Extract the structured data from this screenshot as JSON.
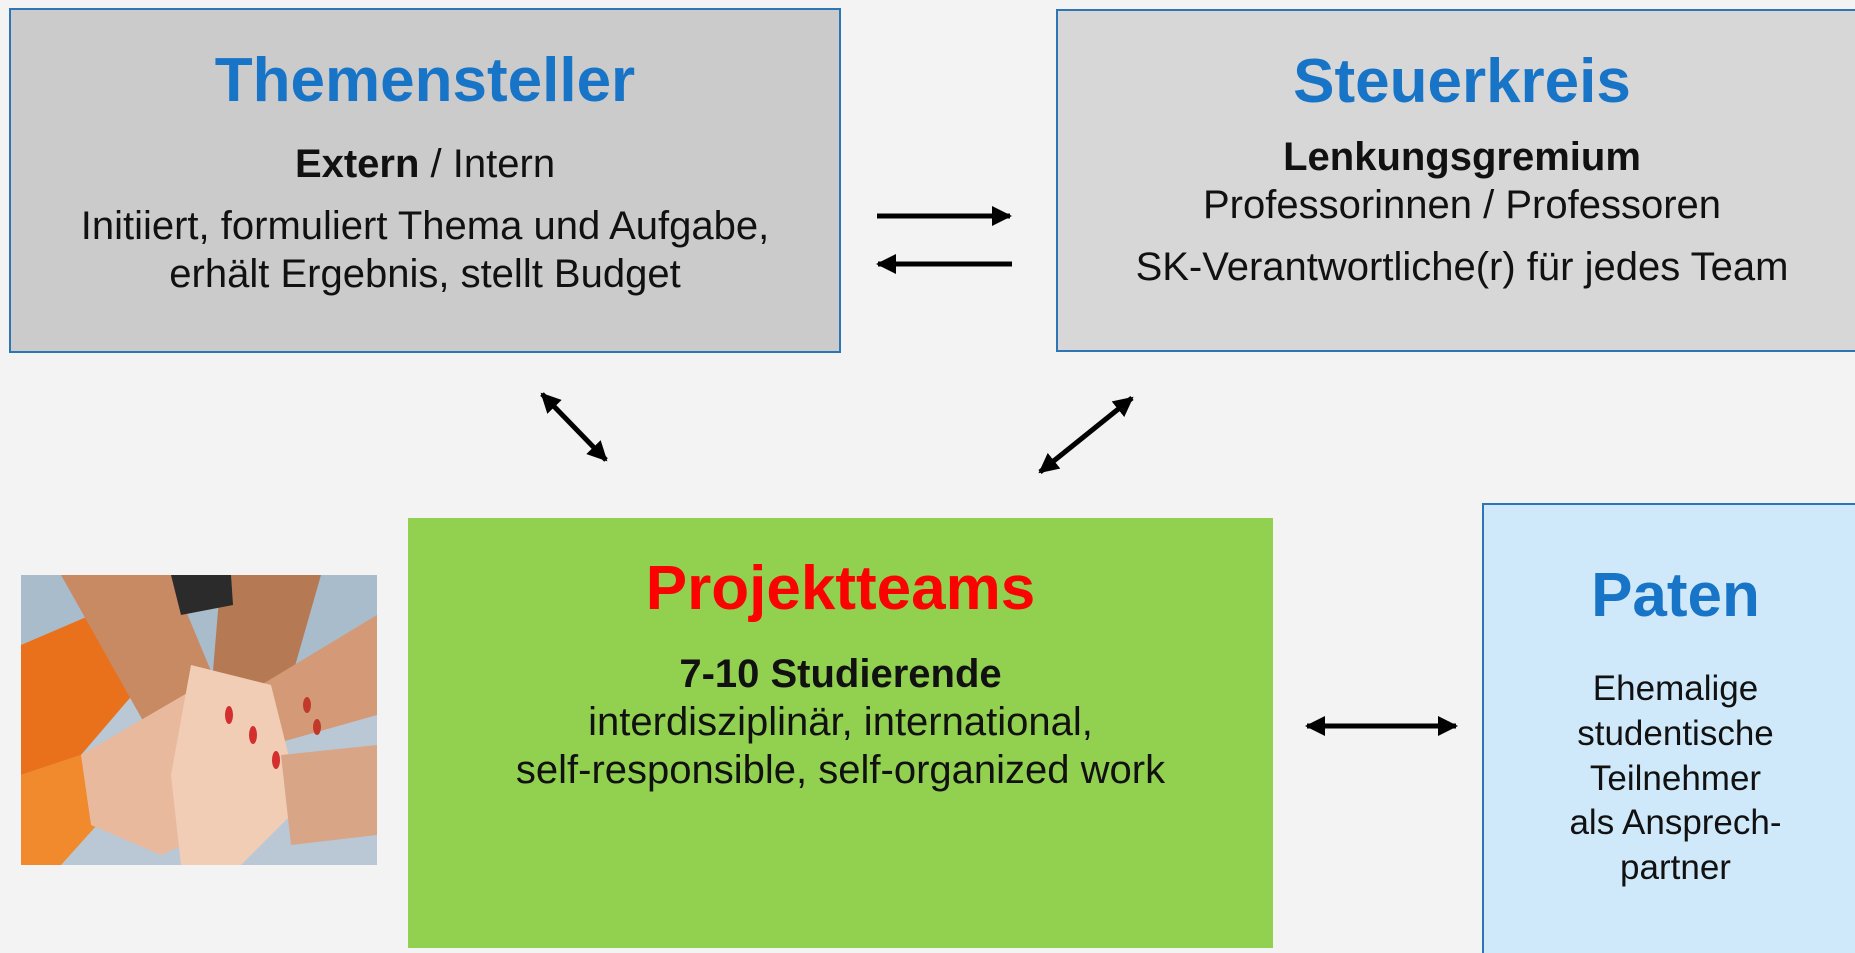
{
  "themensteller": {
    "title": "Themensteller",
    "line1_bold": "Extern",
    "line1_rest": " / Intern",
    "line2": "Initiiert, formuliert Thema und Aufgabe,",
    "line3": "erhält Ergebnis, stellt Budget"
  },
  "steuerkreis": {
    "title": "Steuerkreis",
    "line1": "Lenkungsgremium",
    "line2": "Professorinnen / Professoren",
    "line3": "SK-Verantwortliche(r)  für jedes Team"
  },
  "projektteams": {
    "title": "Projektteams",
    "line1": "7-10 Studierende",
    "line2": "interdisziplinär, international,",
    "line3": "self-responsible, self-organized work"
  },
  "paten": {
    "title": "Paten",
    "lines": [
      "Ehemalige",
      "studentische",
      "Teilnehmer",
      "als Ansprech-",
      "partner"
    ]
  },
  "colors": {
    "title_blue": "#1774c6",
    "title_red": "#ff0000",
    "projekt_green": "#92d050",
    "paten_blue": "#cfe9fb",
    "box_gray": "#cbcbcb",
    "border_blue": "#2e75b6"
  },
  "images": {
    "photo": "stacked-hands-photo"
  }
}
